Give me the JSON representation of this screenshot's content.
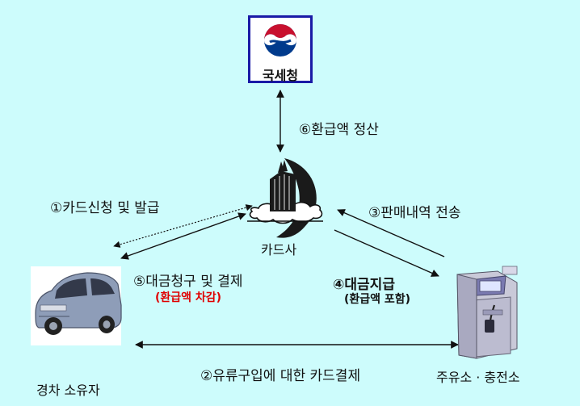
{
  "nodes": {
    "tax_office": "국세청",
    "card_company": "카드사",
    "car_owner": "경차 소유자",
    "gas_station": "주유소 · 충전소"
  },
  "steps": {
    "step1": "①카드신청 및 발급",
    "step2": "②유류구입에 대한 카드결제",
    "step3": "③판매내역 전송",
    "step4": "④대금지급",
    "step4_note": "(환급액 포함)",
    "step5": "⑤대금청구 및 결제",
    "step5_note": "(환급액 차감)",
    "step6": "⑥환급액 정산"
  },
  "colors": {
    "background": "#cdfcfc",
    "accent_red": "#e00000",
    "frame_blue": "#1a1aa6",
    "emblem_red": "#c8102e",
    "emblem_blue": "#003a8c"
  },
  "icons": {
    "tax_office": "government-emblem-icon",
    "card_company": "building-icon",
    "car_owner": "car-icon",
    "gas_station": "fuel-pump-icon"
  }
}
